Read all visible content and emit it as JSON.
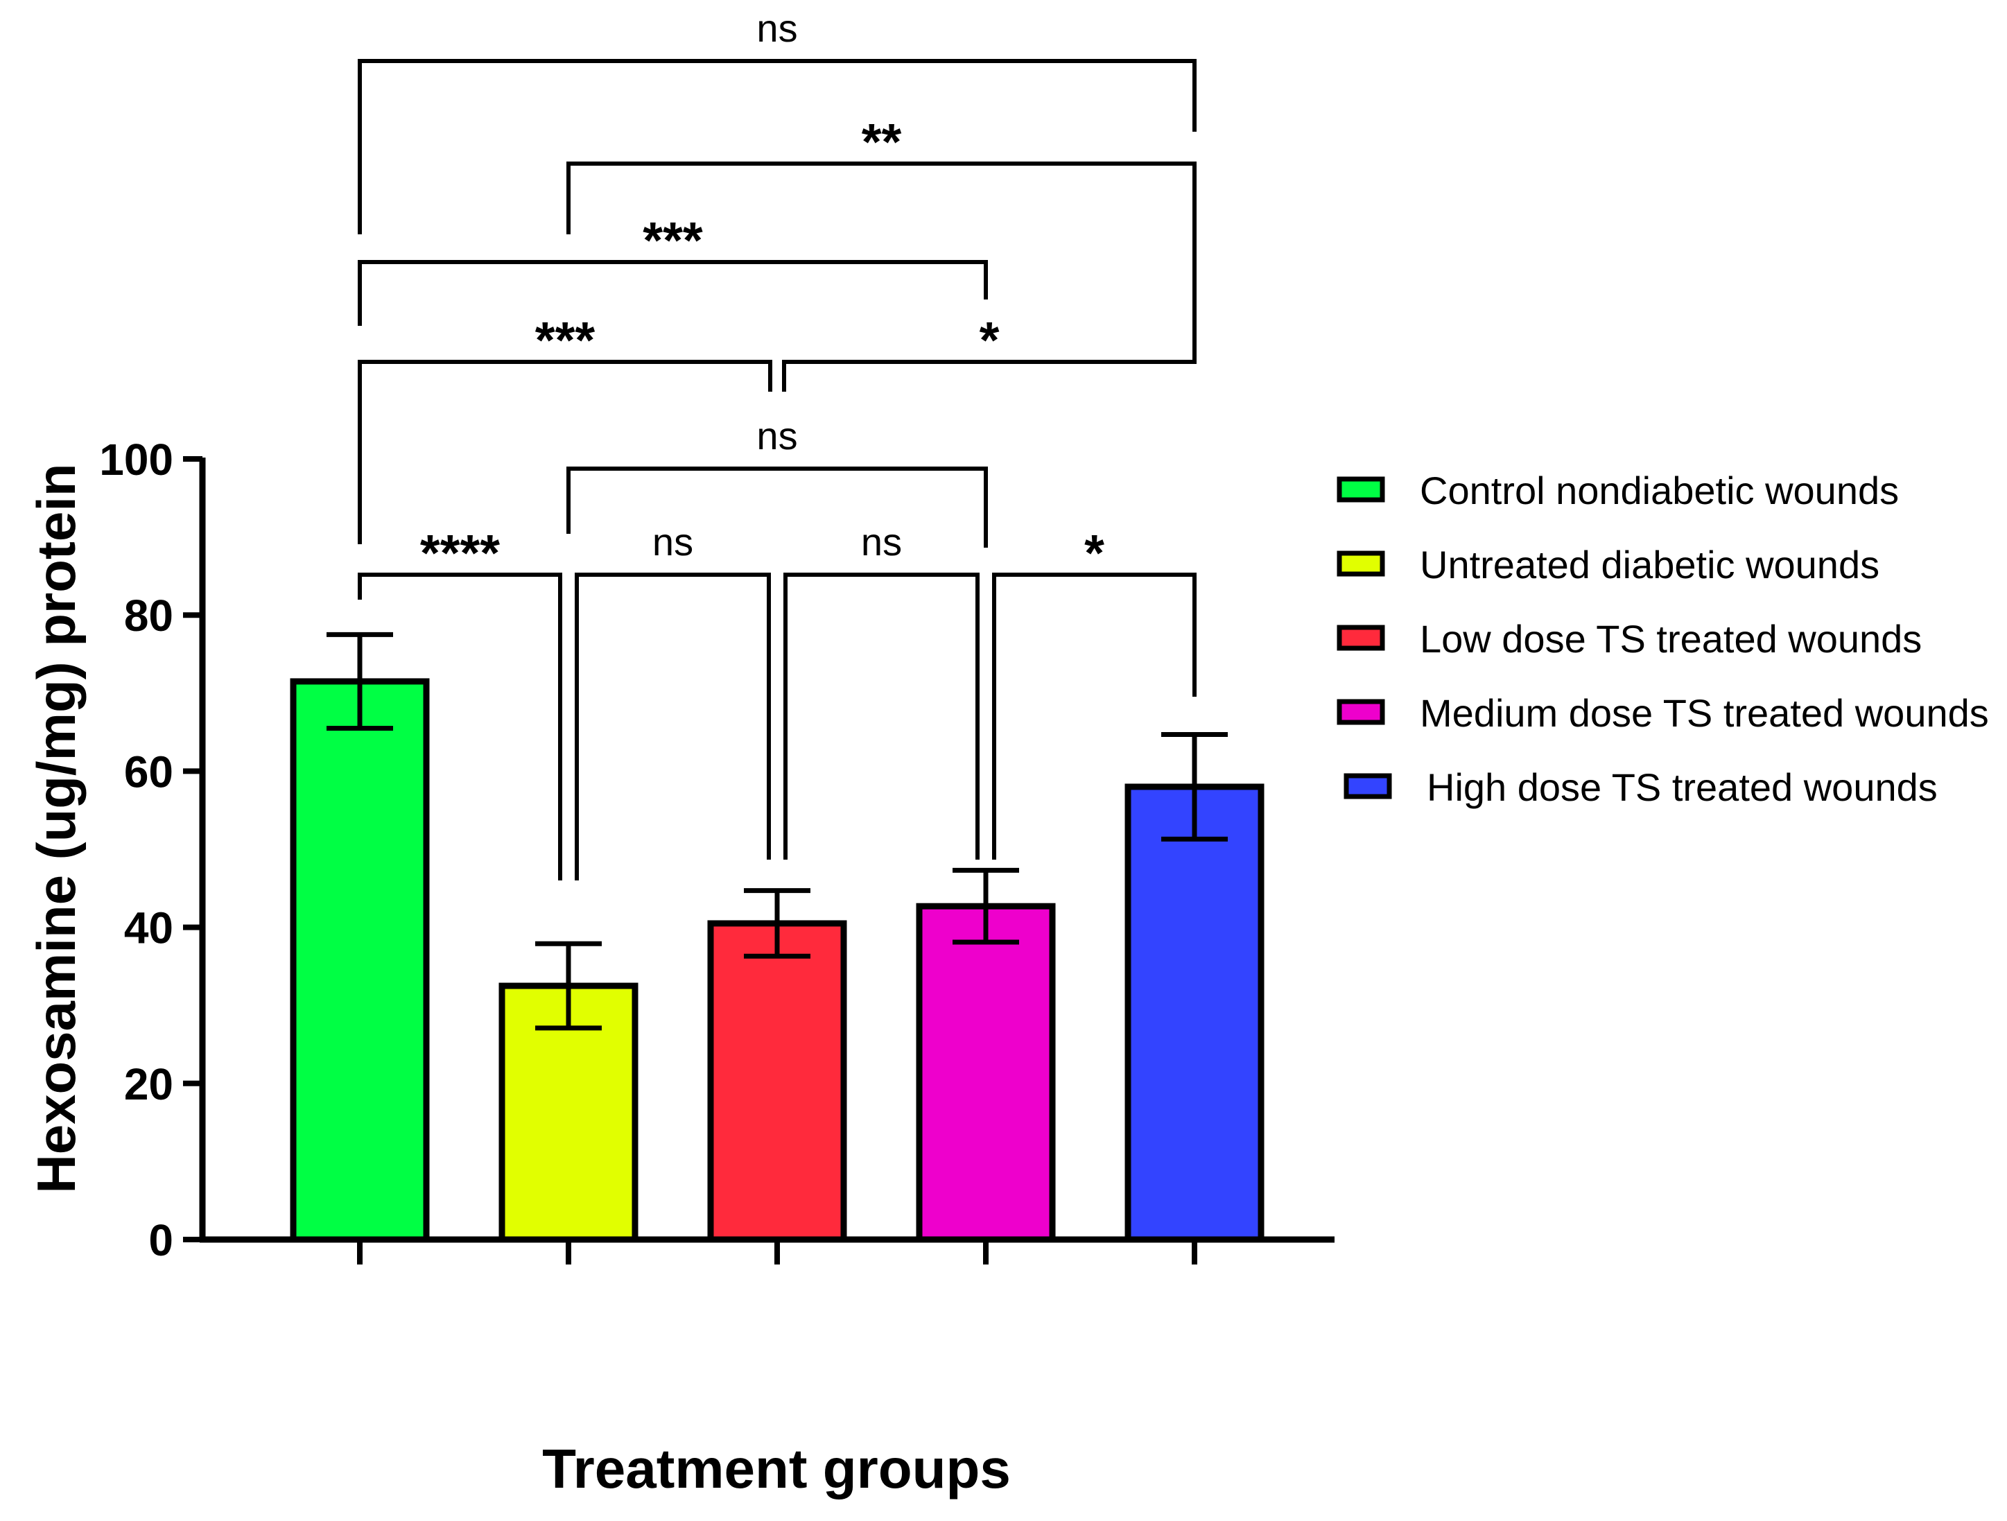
{
  "chart_data": {
    "type": "bar",
    "categories": [
      "Control nondiabetic wounds",
      "Untreated diabetic wounds",
      "Low dose TS treated wounds",
      "Medium dose TS treated wounds",
      "High dose TS treated wounds"
    ],
    "values": [
      71.5,
      32.5,
      40.5,
      42.7,
      58.0
    ],
    "errors": [
      6.0,
      5.4,
      4.2,
      4.6,
      6.7
    ],
    "colors": [
      "#00ff44",
      "#e1ff00",
      "#ff2a3c",
      "#ee00cc",
      "#3344ff"
    ],
    "xlabel": "Treatment groups",
    "ylabel": "Hexosamine (ug/mg) protein",
    "ylim": [
      0,
      100
    ],
    "yticks": [
      0,
      20,
      40,
      60,
      80,
      100
    ],
    "legend": {
      "position": "right",
      "entries": [
        "Control nondiabetic wounds",
        "Untreated diabetic wounds",
        "Low dose TS treated wounds",
        "Medium dose TS treated wounds",
        "High dose TS treated wounds"
      ]
    },
    "comparisons": [
      {
        "groups": [
          0,
          1
        ],
        "label": "****"
      },
      {
        "groups": [
          1,
          2
        ],
        "label": "ns"
      },
      {
        "groups": [
          2,
          3
        ],
        "label": "ns"
      },
      {
        "groups": [
          3,
          4
        ],
        "label": "*"
      },
      {
        "groups": [
          1,
          3
        ],
        "label": "ns"
      },
      {
        "groups": [
          0,
          2
        ],
        "label": "***"
      },
      {
        "groups": [
          2,
          4
        ],
        "label": "*"
      },
      {
        "groups": [
          0,
          3
        ],
        "label": "***"
      },
      {
        "groups": [
          1,
          4
        ],
        "label": "**"
      },
      {
        "groups": [
          0,
          4
        ],
        "label": "ns"
      }
    ]
  }
}
